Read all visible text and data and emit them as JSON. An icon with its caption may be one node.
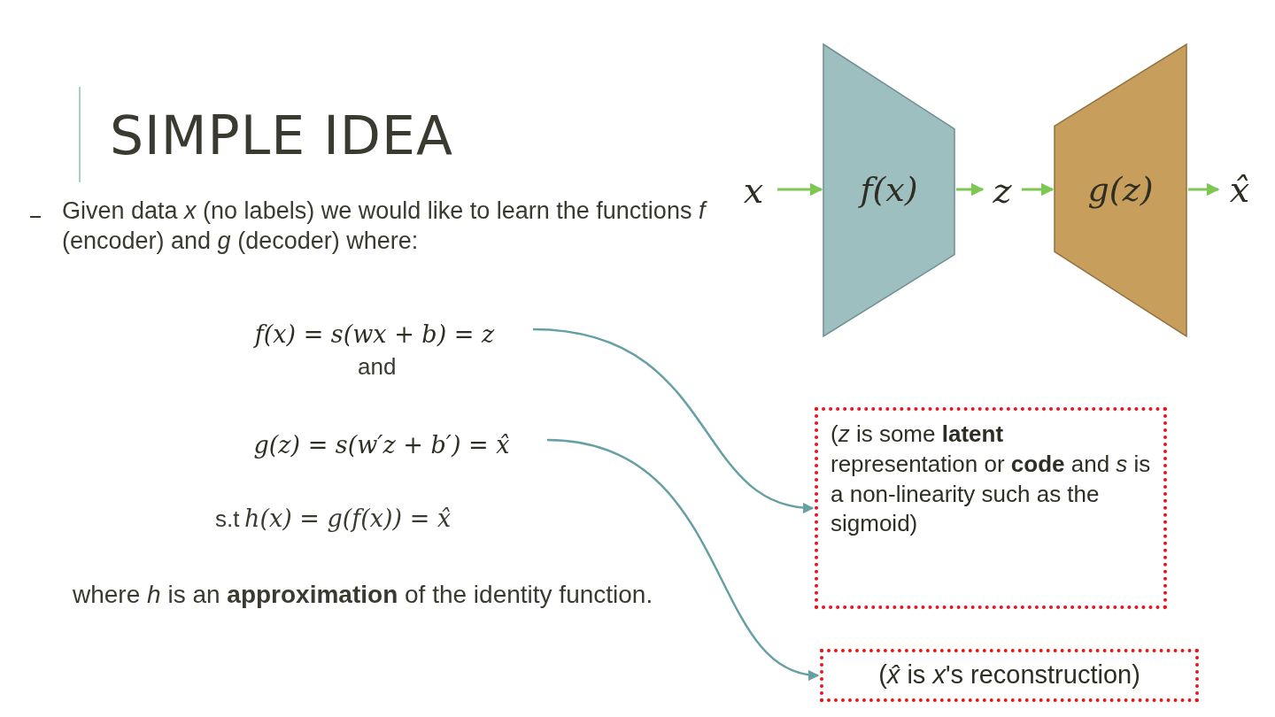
{
  "diagram": {
    "title": "SIMPLE IDEA",
    "nodes": [
      {
        "text": [
          "x"
        ]
      },
      {
        "text": [
          "f(x)"
        ]
      },
      {
        "text": [
          "z"
        ]
      },
      {
        "text": [
          "g(z)"
        ]
      },
      {
        "text": [
          "x̂"
        ]
      },
      {
        "text": [
          "f(x) = s(wx + b) = z"
        ]
      },
      {
        "text": [
          "g(z) = s(w′z + b′) = x̂"
        ]
      },
      {
        "text": [
          "(*z* is some **latent** representation or **code** and *s* is a non-linearity such as the sigmoid)"
        ]
      },
      {
        "text": [
          "(*x̂* is *x*'s reconstruction)"
        ]
      }
    ],
    "edges": [
      {
        "from": 0,
        "to": 1,
        "arrow": "to"
      },
      {
        "from": 1,
        "to": 2,
        "arrow": "to"
      },
      {
        "from": 2,
        "to": 3,
        "arrow": "to"
      },
      {
        "from": 3,
        "to": 4,
        "arrow": "to"
      },
      {
        "from": 5,
        "to": 7,
        "arrow": "to",
        "color": "#66a0a4"
      },
      {
        "from": 6,
        "to": 8,
        "arrow": "to",
        "color": "#66a0a4"
      }
    ],
    "labels": [
      "Given data *x* (no labels) we would like to learn the functions *f* (encoder) and *g* (decoder) where:",
      "and",
      "s.t",
      "h(x) = g(f(x)) = x̂",
      "where *h* is an **approximation** of the identity function."
    ]
  }
}
